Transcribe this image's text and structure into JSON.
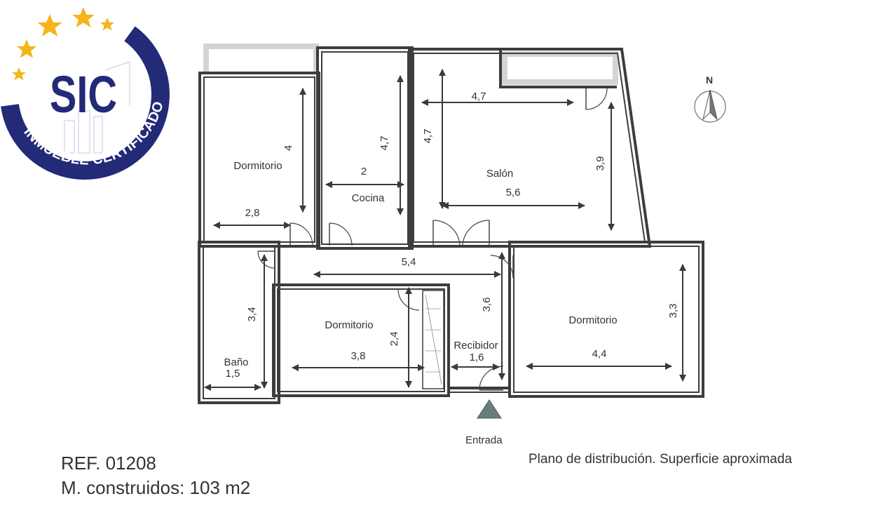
{
  "logo": {
    "brand": "SIC",
    "tagline": "INMUEBLE CERTIFICADO",
    "colors": {
      "ring": "#232a78",
      "stars": "#f4b41a"
    }
  },
  "compass": {
    "label": "N",
    "icon": "north-arrow-icon"
  },
  "rooms": {
    "dormitorio_nw": "Dormitorio",
    "cocina": "Cocina",
    "salon": "Salón",
    "bano": "Baño",
    "dormitorio_center": "Dormitorio",
    "recibidor": "Recibidor",
    "dormitorio_e": "Dormitorio"
  },
  "dimensions": {
    "dorm_nw_height": "4",
    "dorm_nw_width": "2,8",
    "cocina_width": "2",
    "cocina_height": "4,7",
    "salon_top": "4,7",
    "salon_left_height": "4,7",
    "salon_width": "5,6",
    "salon_right_height": "3,9",
    "hall_width": "5,4",
    "hall_height": "3,6",
    "bano_height": "3,4",
    "bano_width": "1,5",
    "dorm_center_width": "3,8",
    "dorm_center_height": "2,4",
    "recibidor_width": "1,6",
    "dorm_e_width": "4,4",
    "dorm_e_height": "3,3"
  },
  "entrance": {
    "label": "Entrada",
    "color": "#6b7d7b"
  },
  "footer": {
    "ref": "REF. 01208",
    "area": "M. construidos: 103 m2",
    "caption": "Plano de distribución. Superficie aproximada"
  }
}
